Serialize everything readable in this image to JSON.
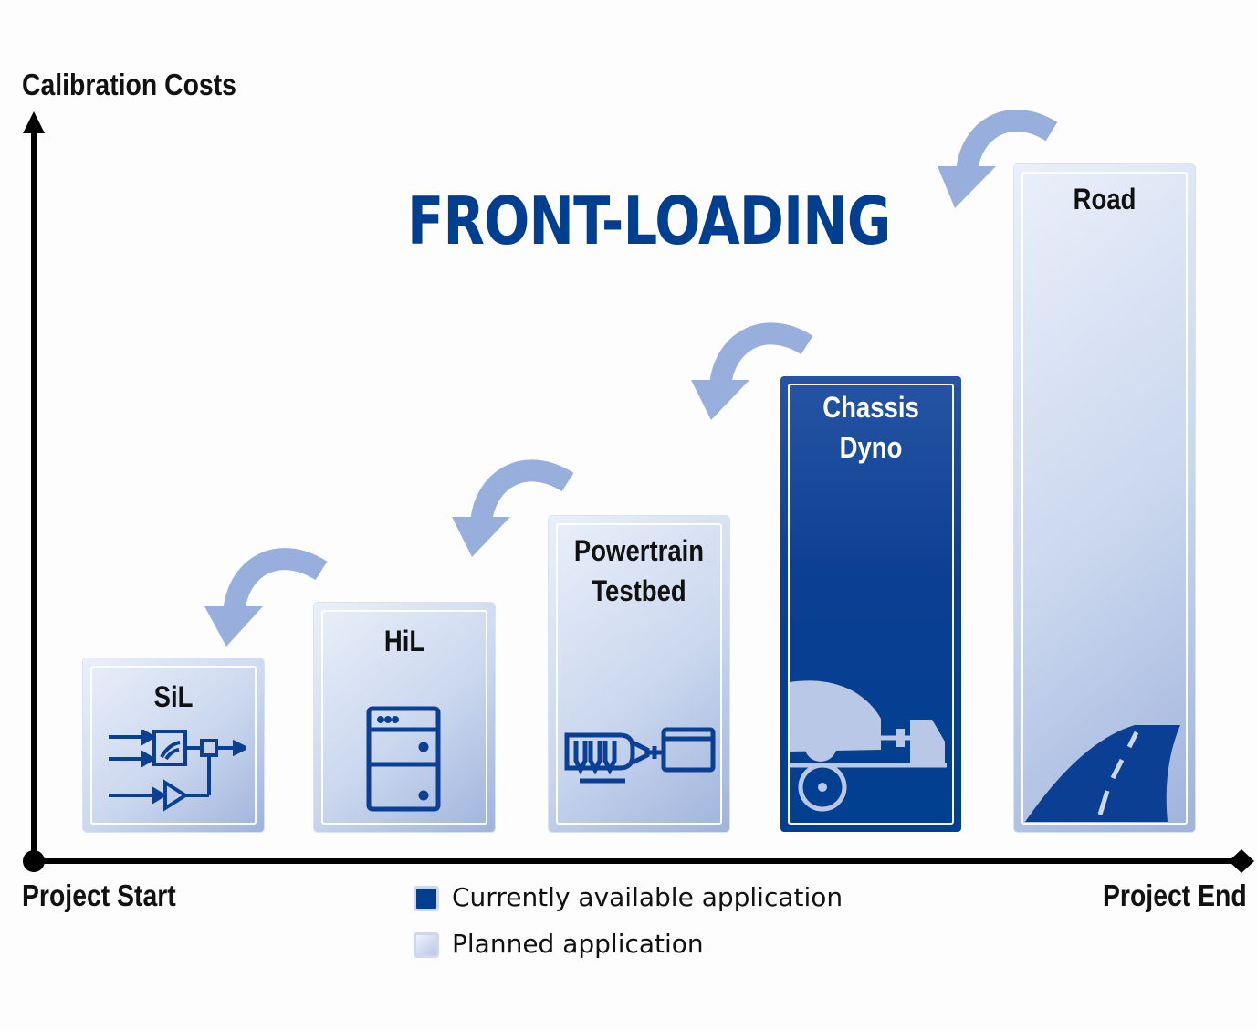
{
  "y_axis_label": "Calibration Costs",
  "title": "Front-loading",
  "x_axis_start": "Project Start",
  "x_axis_end": "Project End",
  "stages": [
    {
      "id": "sil",
      "lines": [
        "SiL"
      ],
      "status": "planned",
      "icon": "signal-block-diagram-icon"
    },
    {
      "id": "hil",
      "lines": [
        "HiL"
      ],
      "status": "planned",
      "icon": "server-rack-icon"
    },
    {
      "id": "powertrain",
      "lines": [
        "Powertrain",
        "Testbed"
      ],
      "status": "planned",
      "icon": "engine-testbed-icon"
    },
    {
      "id": "chassis",
      "lines": [
        "Chassis",
        "Dyno"
      ],
      "status": "available",
      "icon": "chassis-dyno-car-icon"
    },
    {
      "id": "road",
      "lines": [
        "Road"
      ],
      "status": "planned",
      "icon": "road-icon"
    }
  ],
  "legend": {
    "available": "Currently available application",
    "planned": "Planned application"
  },
  "colors": {
    "brand_blue": "#003f8f",
    "arrow_blue": "#98aedd",
    "planned_light": "#dfe7f5"
  }
}
